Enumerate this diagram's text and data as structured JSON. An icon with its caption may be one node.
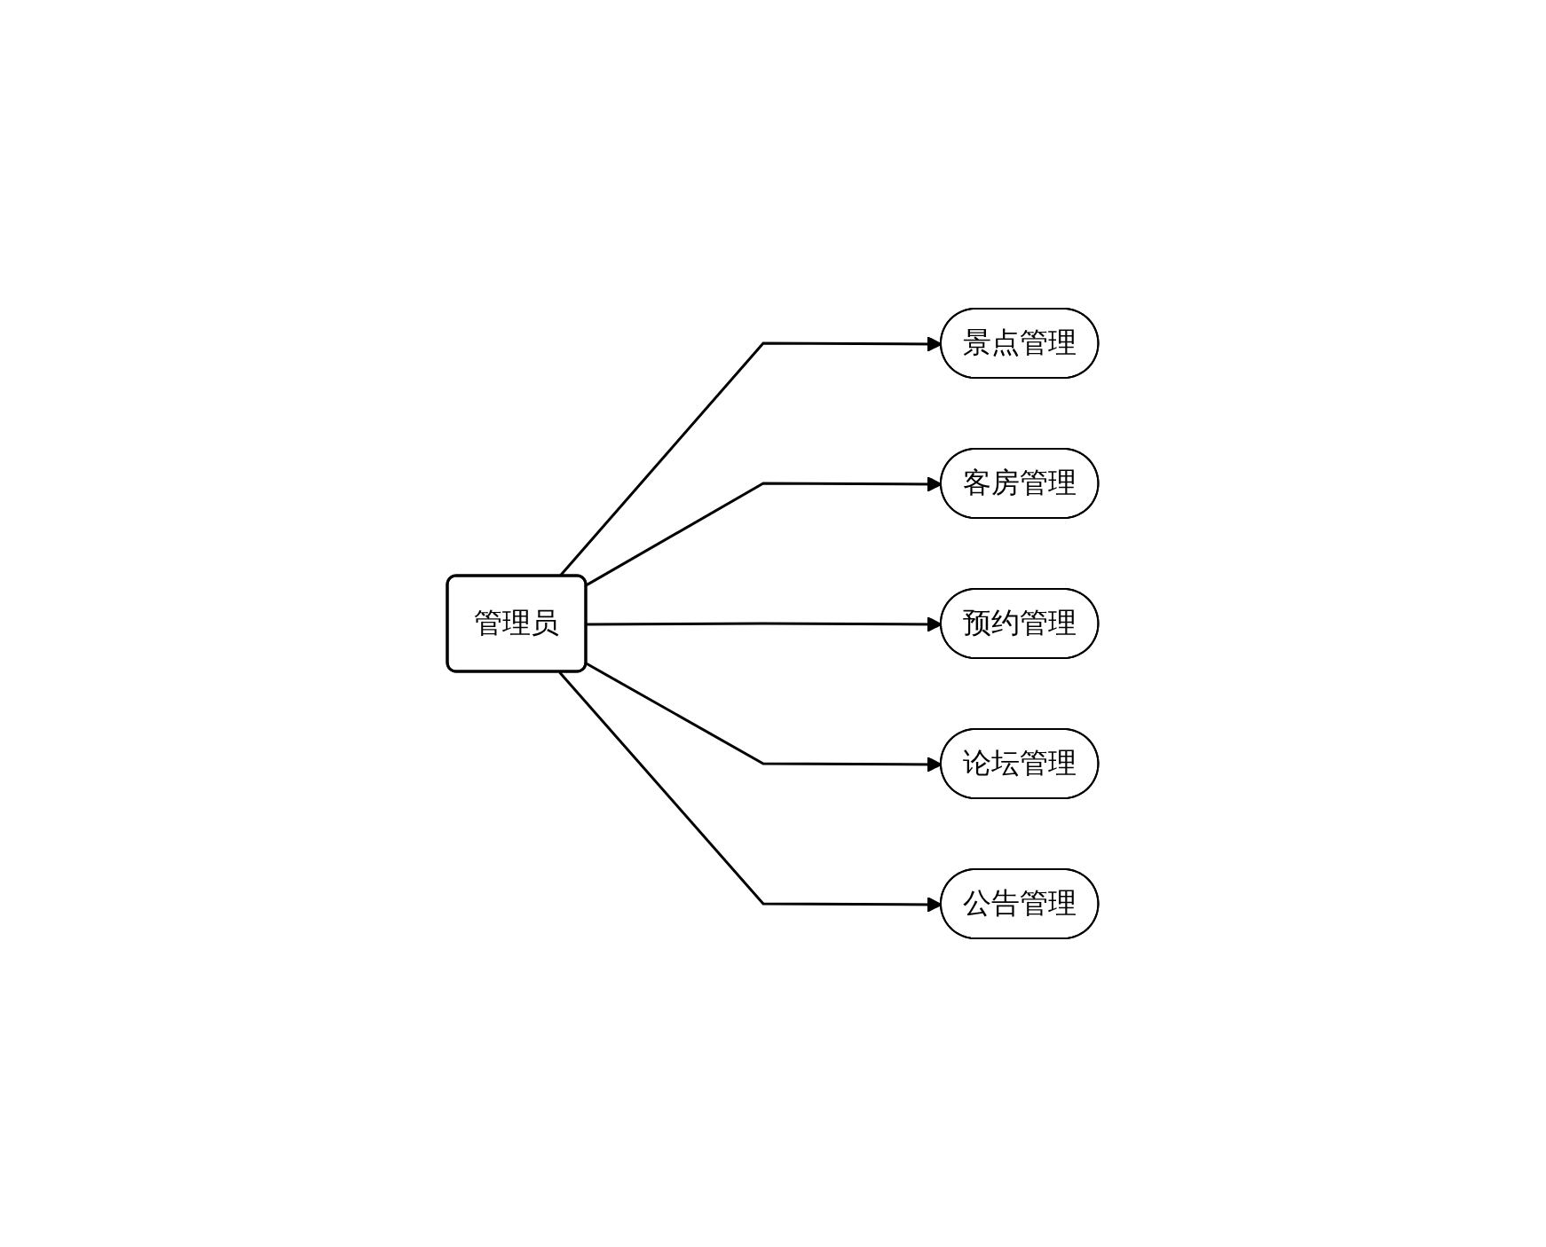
{
  "diagram": {
    "nodes": [
      {
        "text": [
          "管理员"
        ]
      },
      {
        "text": [
          "景点管理"
        ]
      },
      {
        "text": [
          "客房管理"
        ]
      },
      {
        "text": [
          "预约管理"
        ]
      },
      {
        "text": [
          "论坛管理"
        ]
      },
      {
        "text": [
          "公告管理"
        ]
      }
    ],
    "edges": [
      {
        "from": 0,
        "to": 1,
        "arrow": "to"
      },
      {
        "from": 0,
        "to": 2,
        "arrow": "to"
      },
      {
        "from": 0,
        "to": 3,
        "arrow": "to"
      },
      {
        "from": 0,
        "to": 4,
        "arrow": "to"
      },
      {
        "from": 0,
        "to": 5,
        "arrow": "to"
      }
    ]
  }
}
